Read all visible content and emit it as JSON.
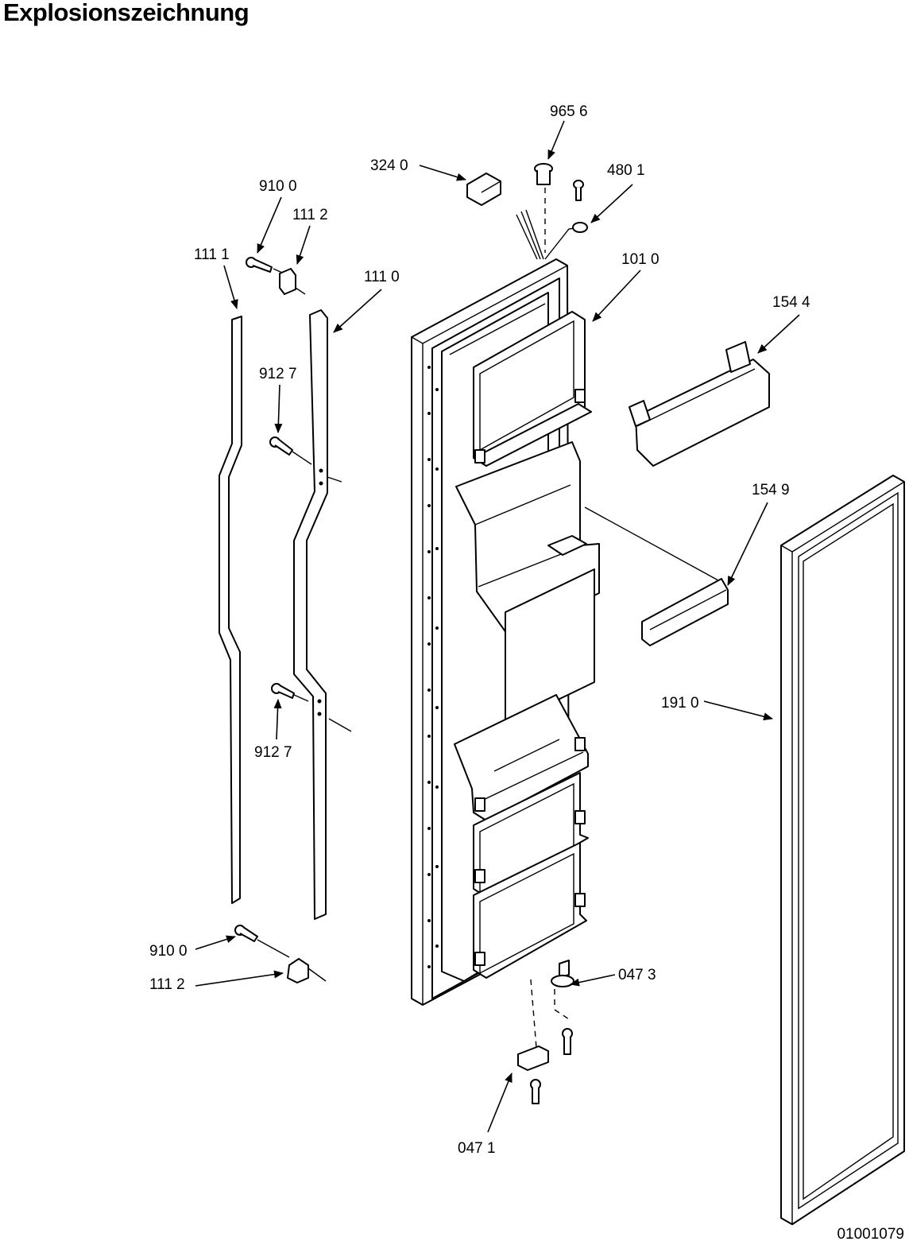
{
  "title": "Explosionszeichnung",
  "document_number": "01001079",
  "callouts": [
    {
      "id": "c-9656",
      "label": "965 6"
    },
    {
      "id": "c-3240",
      "label": "324 0"
    },
    {
      "id": "c-4801",
      "label": "480 1"
    },
    {
      "id": "c-9100-top",
      "label": "910 0"
    },
    {
      "id": "c-1112-top",
      "label": "111 2"
    },
    {
      "id": "c-1111",
      "label": "111 1"
    },
    {
      "id": "c-1110",
      "label": "111 0"
    },
    {
      "id": "c-1010",
      "label": "101 0"
    },
    {
      "id": "c-1544",
      "label": "154 4"
    },
    {
      "id": "c-9127-top",
      "label": "912 7"
    },
    {
      "id": "c-1549",
      "label": "154 9"
    },
    {
      "id": "c-1910",
      "label": "191 0"
    },
    {
      "id": "c-9127-bottom",
      "label": "912 7"
    },
    {
      "id": "c-9100-bottom",
      "label": "910 0"
    },
    {
      "id": "c-1112-bottom",
      "label": "111 2"
    },
    {
      "id": "c-0473",
      "label": "047 3"
    },
    {
      "id": "c-0471",
      "label": "047 1"
    }
  ]
}
